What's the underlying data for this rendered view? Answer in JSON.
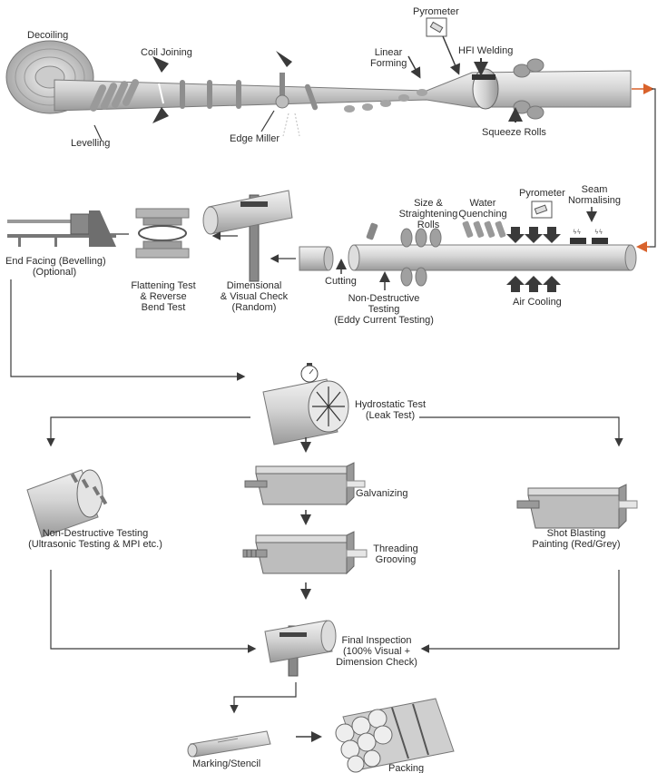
{
  "labels": {
    "decoiling": "Decoiling",
    "coil_joining": "Coil Joining",
    "pyrometer_top": "Pyrometer",
    "hfi_welding": "HFI Welding",
    "linear_forming_1": "Linear",
    "linear_forming_2": "Forming",
    "levelling": "Levelling",
    "edge_miller": "Edge Miller",
    "squeeze_rolls": "Squeeze Rolls",
    "size_straightening_1": "Size &",
    "size_straightening_2": "Straightening",
    "size_straightening_3": "Rolls",
    "water_quenching_1": "Water",
    "water_quenching_2": "Quenching",
    "pyrometer_mid": "Pyrometer",
    "seam_normalising_1": "Seam",
    "seam_normalising_2": "Normalising",
    "cutting": "Cutting",
    "ndt_eddy_1": "Non-Destructive",
    "ndt_eddy_2": "Testing",
    "ndt_eddy_3": "(Eddy Current Testing)",
    "air_cooling": "Air Cooling",
    "end_facing_1": "End Facing (Bevelling)",
    "end_facing_2": "(Optional)",
    "flattening_1": "Flattening Test",
    "flattening_2": "& Reverse",
    "flattening_3": "Bend Test",
    "dimensional_1": "Dimensional",
    "dimensional_2": "& Visual Check",
    "dimensional_3": "(Random)",
    "hydrostatic_1": "Hydrostatic Test",
    "hydrostatic_2": "(Leak Test)",
    "galvanizing": "Galvanizing",
    "threading_1": "Threading",
    "threading_2": "Grooving",
    "ndt_ultra_1": "Non-Destructive Testing",
    "ndt_ultra_2": "(Ultrasonic Testing & MPI etc.)",
    "shot_blasting_1": "Shot Blasting",
    "shot_blasting_2": "Painting (Red/Grey)",
    "final_inspection_1": "Final Inspection",
    "final_inspection_2": "(100% Visual +",
    "final_inspection_3": "Dimension Check)",
    "marking": "Marking/Stencil",
    "packing": "Packing"
  },
  "colors": {
    "arrow": "#3a3a3a",
    "pipe_light": "#e6e6e6",
    "pipe_mid": "#bdbdbd",
    "pipe_dark": "#8f8f8f",
    "accent_arrow": "#d9622b"
  }
}
